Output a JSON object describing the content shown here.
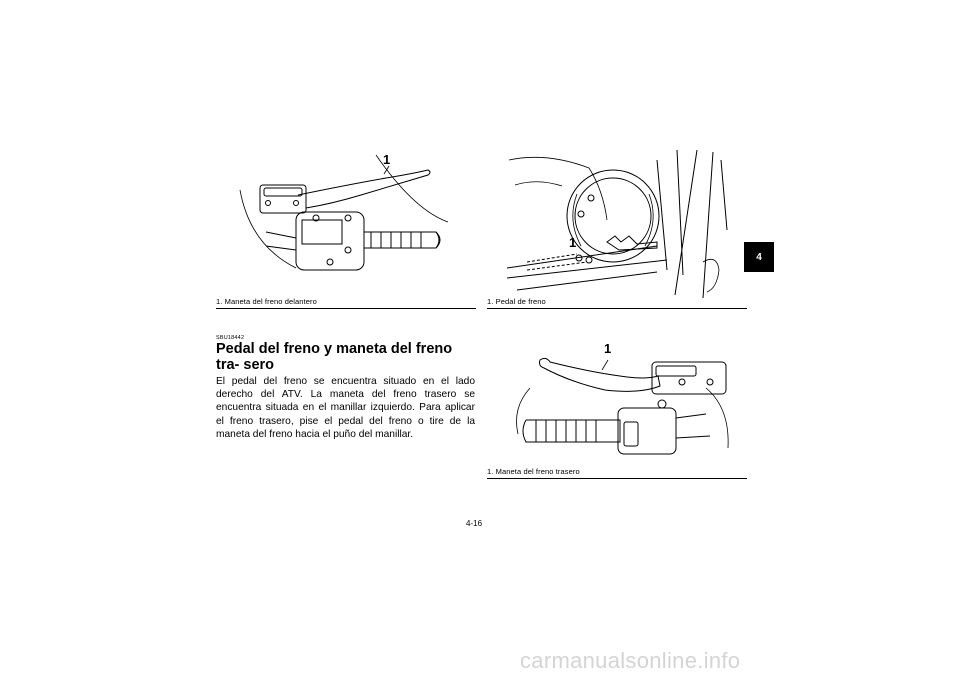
{
  "figures": {
    "front_lever": {
      "callout": "1",
      "caption": "1.  Maneta del freno delantero"
    },
    "brake_pedal": {
      "callout": "1",
      "caption": "1.  Pedal de freno"
    },
    "rear_lever": {
      "callout": "1",
      "caption": "1.  Maneta del freno trasero"
    }
  },
  "section": {
    "code": "SBU18442",
    "title": "Pedal del freno y maneta del freno tra- sero",
    "body": "El pedal del freno se encuentra situado en el lado derecho del ATV. La maneta del freno trasero se encuentra situada en el manillar izquierdo. Para aplicar el freno trasero, pise el pedal del freno o tire de la maneta del freno hacia el puño del manillar."
  },
  "page_number": "4-16",
  "chapter_tab": "4",
  "watermark": "carmanualsonline.info"
}
